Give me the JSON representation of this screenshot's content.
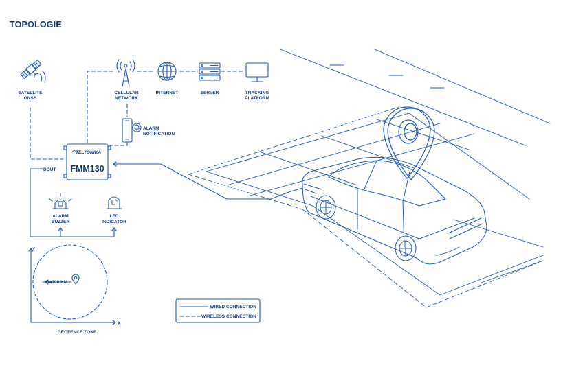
{
  "page": {
    "heading": "TOPOLOGIE"
  },
  "colors": {
    "primary": "#0a3a78",
    "line": "#1b5bb0",
    "background": "#ffffff"
  },
  "nodes": {
    "satellite": {
      "line1": "SATELLITE",
      "line2": "GNSS",
      "icon": "satellite-icon"
    },
    "cellular": {
      "line1": "CELLULAR",
      "line2": "NETWORK",
      "icon": "cell-tower-icon"
    },
    "internet": {
      "line1": "INTERNET",
      "icon": "globe-icon"
    },
    "server": {
      "line1": "SERVER",
      "icon": "server-icon"
    },
    "tracking": {
      "line1": "TRACKING",
      "line2": "PLATFORM",
      "icon": "monitor-icon"
    },
    "alarm_notification": {
      "line1": "ALARM",
      "line2": "NOTIFICATION",
      "icon": "smartphone-bell-icon"
    },
    "alarm_buzzer": {
      "line1": "ALARM",
      "line2": "BUZZER",
      "icon": "buzzer-icon"
    },
    "led_indicator": {
      "line1": "LED",
      "line2": "INDICATOR",
      "icon": "led-icon"
    }
  },
  "device": {
    "brand": "TELTONIKA",
    "model": "FMM130",
    "dout_label": "DOUT"
  },
  "geofence": {
    "radius_label": "R≈100 KM",
    "caption": "GEOFENCE ZONE",
    "axis_x": "X",
    "axis_y": "Y"
  },
  "legend": {
    "wired": "WIRED CONNECTION",
    "wireless": "WIRELESS CONNECTION"
  }
}
